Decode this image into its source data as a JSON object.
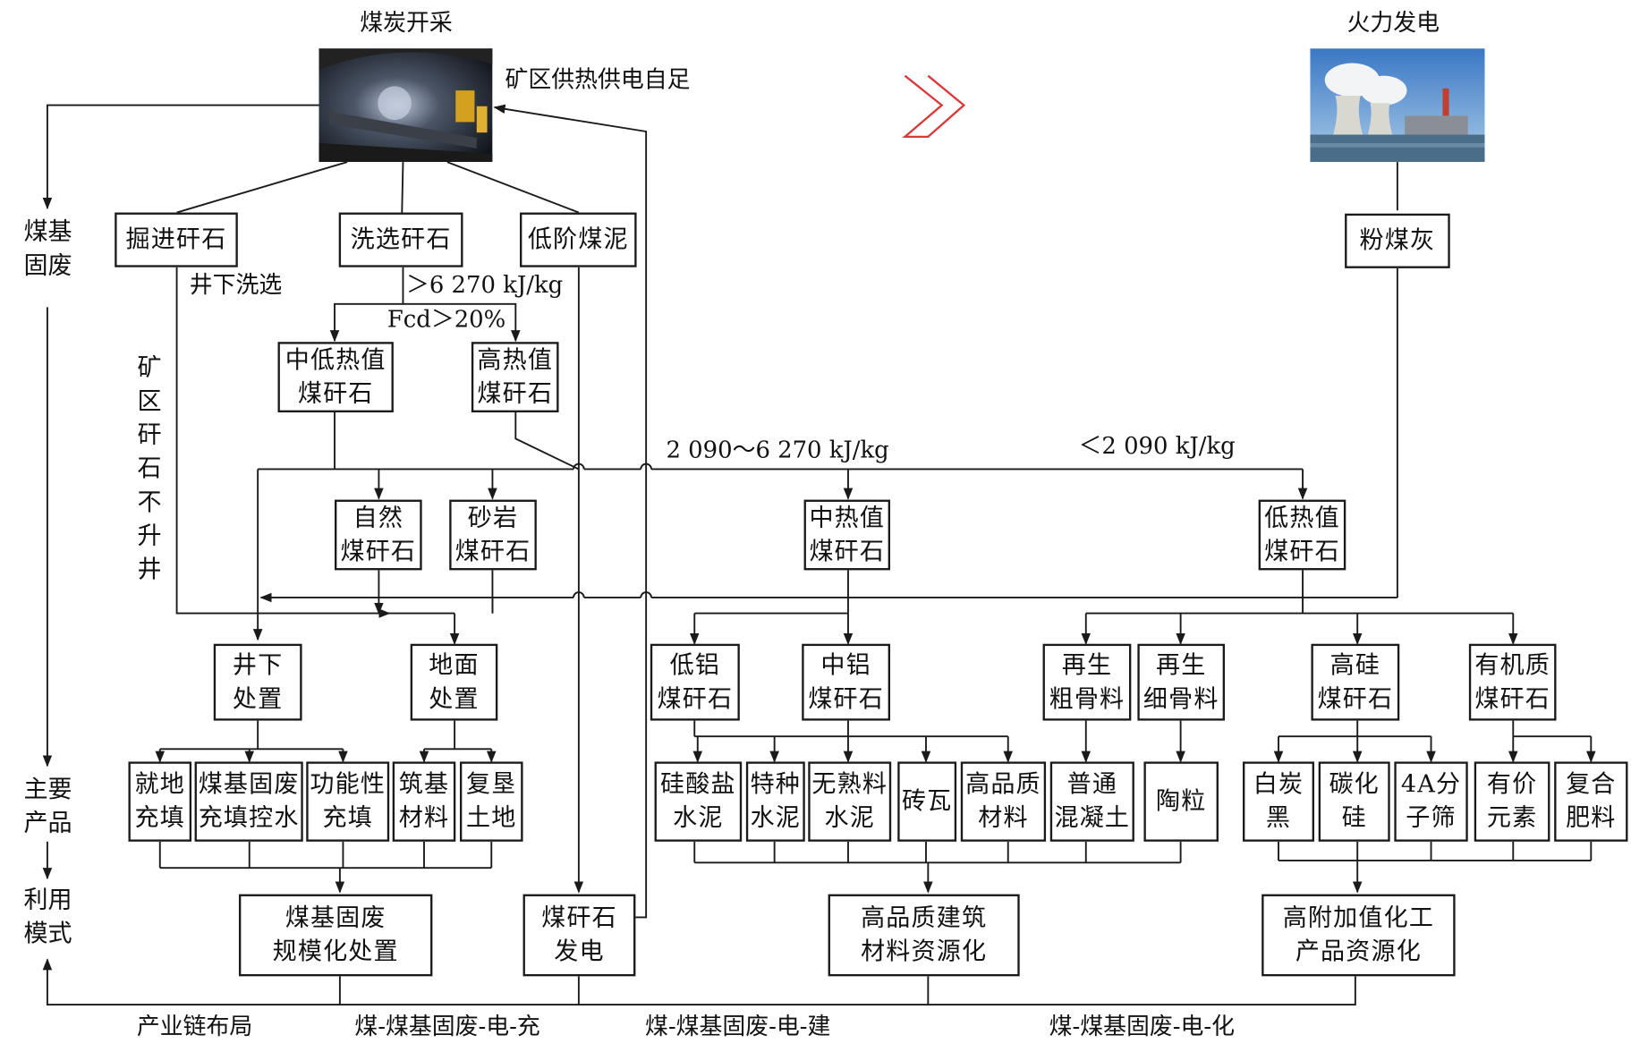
{
  "top": {
    "mining_title": "煤炭开采",
    "power_title": "火力发电",
    "mine_supply": "矿区供热供电自足"
  },
  "rows": {
    "coal_solid_waste": "煤基\n固废",
    "main_products": "主要\n产品",
    "utilization_mode": "利用\n模式",
    "no_lift": "矿\n区\n矸\n石\n不\n升\n井"
  },
  "sources": {
    "tunneling": "掘进矸石",
    "washing": "洗选矸石",
    "low_rank": "低阶煤泥",
    "fly_ash": "粉煤灰"
  },
  "conditions": {
    "underground_wash": "井下洗选",
    "gt_6270": "＞6 270 kJ/kg",
    "fcd": "Fcd＞20%",
    "range": "2 090～6 270 kJ/kg",
    "lt_2090": "＜2 090 kJ/kg"
  },
  "classes": {
    "mid_low": "中低热值\n煤矸石",
    "high": "高热值\n煤矸石",
    "natural": "自然\n煤矸石",
    "sandstone": "砂岩\n煤矸石",
    "mid": "中热值\n煤矸石",
    "low": "低热值\n煤矸石"
  },
  "subclasses": {
    "underground": "井下\n处置",
    "surface": "地面\n处置",
    "low_al": "低铝\n煤矸石",
    "mid_al": "中铝\n煤矸石",
    "coarse": "再生\n粗骨料",
    "fine": "再生\n细骨料",
    "high_si": "高硅\n煤矸石",
    "organic": "有机质\n煤矸石"
  },
  "products": {
    "in_situ": "就地\n充填",
    "waste_fill": "煤基固废\n充填控水",
    "functional": "功能性\n充填",
    "building": "筑基\n材料",
    "reclaim": "复垦\n土地",
    "silicate": "硅酸盐\n水泥",
    "special": "特种\n水泥",
    "clinker_free": "无熟料\n水泥",
    "brick": "砖瓦",
    "hq_material": "高品质\n材料",
    "concrete": "普通\n混凝土",
    "ceramsite": "陶粒",
    "white_carbon": "白炭\n黑",
    "sic": "碳化\n硅",
    "sieve": "4A分\n子筛",
    "elements": "有价\n元素",
    "fertilizer": "复合\n肥料"
  },
  "modes": {
    "scale": "煤基固废\n规模化处置",
    "power": "煤矸石\n发电",
    "construction": "高品质建筑\n材料资源化",
    "chemical": "高附加值化工\n产品资源化"
  },
  "chains": {
    "layout": "产业链布局",
    "fill_chain": "煤-煤基固废-电-充",
    "build_chain": "煤-煤基固废-电-建",
    "chem_chain": "煤-煤基固废-电-化"
  },
  "colors": {
    "line": "#1a1a1a",
    "chevron": "#d83a3a"
  }
}
